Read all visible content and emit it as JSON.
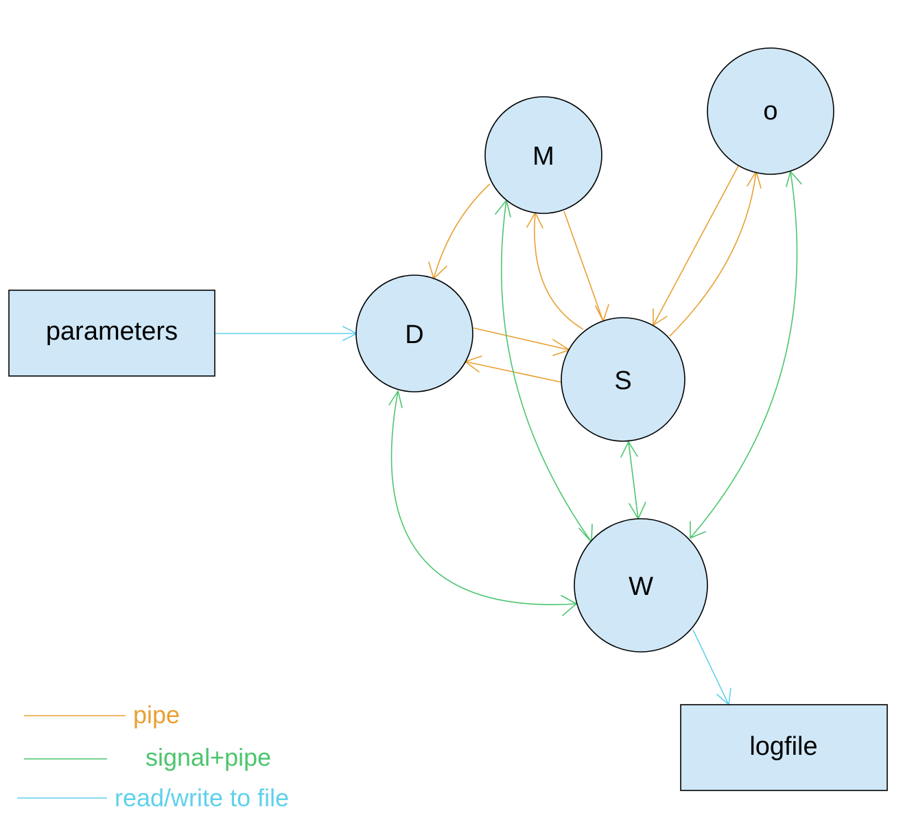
{
  "colors": {
    "pipe": "#e8a033",
    "signal_pipe": "#4cc56e",
    "read_write": "#5fd1eb",
    "node_fill": "#cfe7f6",
    "stroke": "#000000"
  },
  "nodes": {
    "M": "M",
    "o": "o",
    "D": "D",
    "S": "S",
    "W": "W"
  },
  "boxes": {
    "parameters": "parameters",
    "logfile": "logfile"
  },
  "legend": {
    "pipe": "pipe",
    "signal_pipe": "signal+pipe",
    "read_write": "read/write to file"
  },
  "edges": [
    {
      "from": "M",
      "to": "D",
      "type": "pipe"
    },
    {
      "from": "M",
      "to": "S",
      "type": "pipe"
    },
    {
      "from": "S",
      "to": "M",
      "type": "pipe"
    },
    {
      "from": "o",
      "to": "S",
      "type": "pipe"
    },
    {
      "from": "S",
      "to": "o",
      "type": "pipe"
    },
    {
      "from": "D",
      "to": "S",
      "type": "pipe"
    },
    {
      "from": "S",
      "to": "D",
      "type": "pipe"
    },
    {
      "from": "M",
      "to": "W",
      "type": "signal+pipe",
      "bidirectional": true
    },
    {
      "from": "o",
      "to": "W",
      "type": "signal+pipe",
      "bidirectional": true
    },
    {
      "from": "S",
      "to": "W",
      "type": "signal+pipe",
      "bidirectional": true
    },
    {
      "from": "D",
      "to": "W",
      "type": "signal+pipe",
      "bidirectional": true
    },
    {
      "from": "parameters",
      "to": "D",
      "type": "read/write to file"
    },
    {
      "from": "W",
      "to": "logfile",
      "type": "read/write to file"
    }
  ]
}
